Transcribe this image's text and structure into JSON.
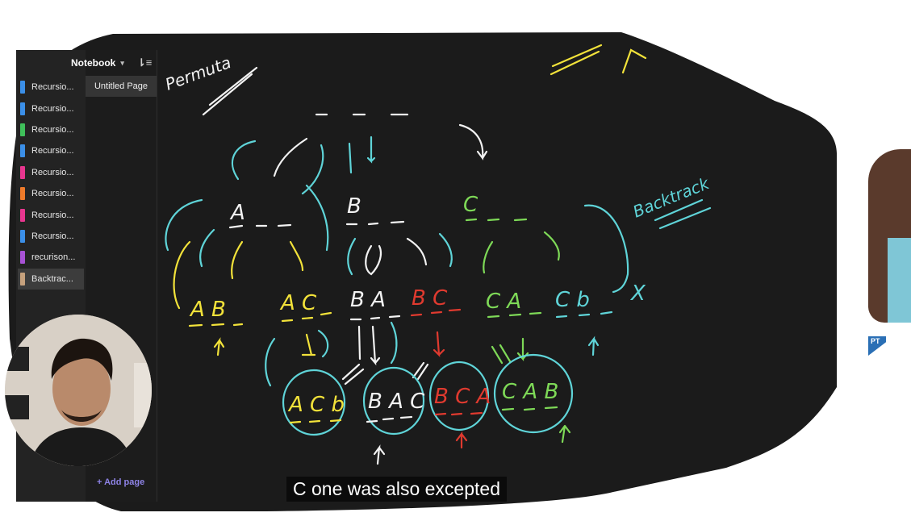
{
  "app": {
    "notebook_label": "Notebook",
    "chevron": "chevron-down-icon",
    "sort_icon": "sort-icon"
  },
  "sections": [
    {
      "label": "Recursio...",
      "color": "#3b8fe8"
    },
    {
      "label": "Recursio...",
      "color": "#3b8fe8"
    },
    {
      "label": "Recursio...",
      "color": "#3fbf5a"
    },
    {
      "label": "Recursio...",
      "color": "#3b8fe8"
    },
    {
      "label": "Recursio...",
      "color": "#e8368f"
    },
    {
      "label": "Recursio...",
      "color": "#ee7a2a"
    },
    {
      "label": "Recursio...",
      "color": "#e8368f"
    },
    {
      "label": "Recursio...",
      "color": "#3b8fe8"
    },
    {
      "label": "recurison...",
      "color": "#a852d6"
    },
    {
      "label": "Backtrac...",
      "color": "#c6a17d"
    }
  ],
  "page": {
    "title": "Untitled Page"
  },
  "add_page_label": "Add page",
  "board": {
    "title_word": "Permuta",
    "backtrack_word": "Backtrack",
    "level1": [
      "A",
      "B",
      "C"
    ],
    "level2": [
      "A B",
      "A C",
      "B A",
      "B C",
      "C A",
      "C b"
    ],
    "level3": [
      "A C b",
      "B A C",
      "B C A",
      "C A B"
    ],
    "mark_x": "X",
    "colors": {
      "white": "#f2f2f2",
      "yellow": "#f2e23a",
      "cyan": "#5fd4d8",
      "red": "#e03a2f",
      "green": "#7ed957"
    }
  },
  "right_badge": "PT",
  "caption": "C one was also excepted"
}
